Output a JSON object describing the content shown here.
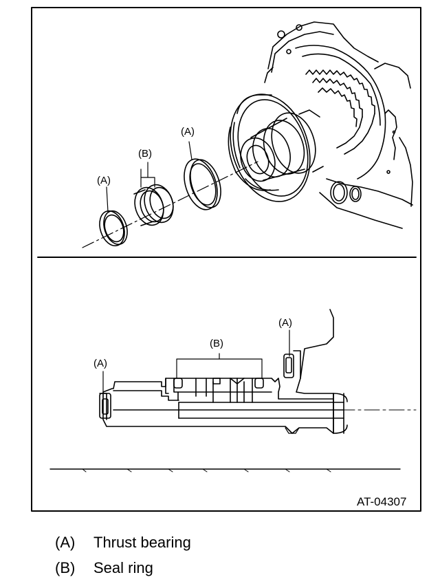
{
  "figure": {
    "upper_view": {
      "labels": [
        "(A)",
        "(B)",
        "(A)"
      ]
    },
    "lower_view": {
      "labels": [
        "(A)",
        "(B)",
        "(A)"
      ]
    },
    "figure_id": "AT-04307"
  },
  "legend": [
    {
      "key": "(A)",
      "text": "Thrust bearing"
    },
    {
      "key": "(B)",
      "text": "Seal ring"
    }
  ]
}
